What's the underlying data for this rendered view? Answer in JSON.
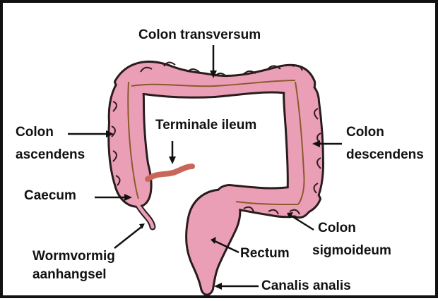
{
  "labels": {
    "colon_transversum": "Colon transversum",
    "colon_ascendens_line1": "Colon",
    "colon_ascendens_line2": "ascendens",
    "terminale_ileum": "Terminale ileum",
    "colon_descendens_line1": "Colon",
    "colon_descendens_line2": "descendens",
    "caecum": "Caecum",
    "colon_sigmoideum_line1": "Colon",
    "colon_sigmoideum_line2": "sigmoideum",
    "wormvormig_line1": "Wormvormig",
    "wormvormig_line2": "aanhangsel",
    "rectum": "Rectum",
    "canalis_analis": "Canalis analis"
  },
  "colors": {
    "colon_fill": "#eb9fb6",
    "colon_outline": "#2a1c1c",
    "vessel": "#8a5a2b",
    "ileum": "#c9665a",
    "text": "#111111",
    "border": "#111111"
  }
}
